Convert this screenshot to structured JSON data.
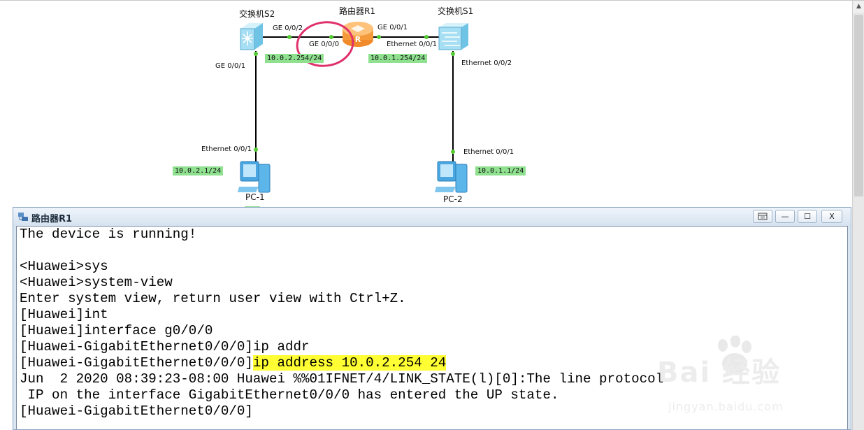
{
  "topology": {
    "devices": {
      "switch_s2": "交换机S2",
      "router_r1": "路由器R1",
      "switch_s1": "交换机S1",
      "pc1": "PC-1",
      "pc2": "PC-2"
    },
    "ports": {
      "s2_ge002": "GE 0/0/2",
      "r1_ge000": "GE 0/0/0",
      "r1_ge001": "GE 0/0/1",
      "s1_eth001_top": "Ethernet 0/0/1",
      "s1_eth002": "Ethernet 0/0/2",
      "s2_ge001": "GE 0/0/1",
      "pc1_eth001": "Ethernet 0/0/1",
      "pc2_eth001": "Ethernet 0/0/1"
    },
    "ip_tags": {
      "net_s2_r1": "10.0.2.254/24",
      "net_r1_s1": "10.0.1.254/24",
      "pc1_ip": "10.0.2.1/24",
      "pc2_ip": "10.0.1.1/24"
    },
    "colors": {
      "link": "#000000",
      "port_dot": "#55cc33",
      "ip_tag_bg": "#8fe08f",
      "highlight_circle": "#e0306a"
    }
  },
  "console": {
    "title": "路由器R1",
    "buttons": {
      "restore": "",
      "minimize": "—",
      "maximize": "☐",
      "close": "X"
    },
    "lines": {
      "l1": "The device is running!",
      "l2": "",
      "l3": "<Huawei>sys",
      "l4": "<Huawei>system-view",
      "l5": "Enter system view, return user view with Ctrl+Z.",
      "l6": "[Huawei]int",
      "l7": "[Huawei]interface g0/0/0",
      "l8": "[Huawei-GigabitEthernet0/0/0]ip addr",
      "l9_prompt": "[Huawei-GigabitEthernet0/0/0]",
      "l9_cmd": "ip address 10.0.2.254 24",
      "l10": "Jun  2 2020 08:39:23-08:00 Huawei %%01IFNET/4/LINK_STATE(l)[0]:The line protocol",
      "l11": " IP on the interface GigabitEthernet0/0/0 has entered the UP state.",
      "l12": "[Huawei-GigabitEthernet0/0/0]"
    },
    "highlight_color": "#ffff33"
  },
  "watermark": {
    "brand": "Bai 经验",
    "url": "jingyan.baidu.com"
  }
}
